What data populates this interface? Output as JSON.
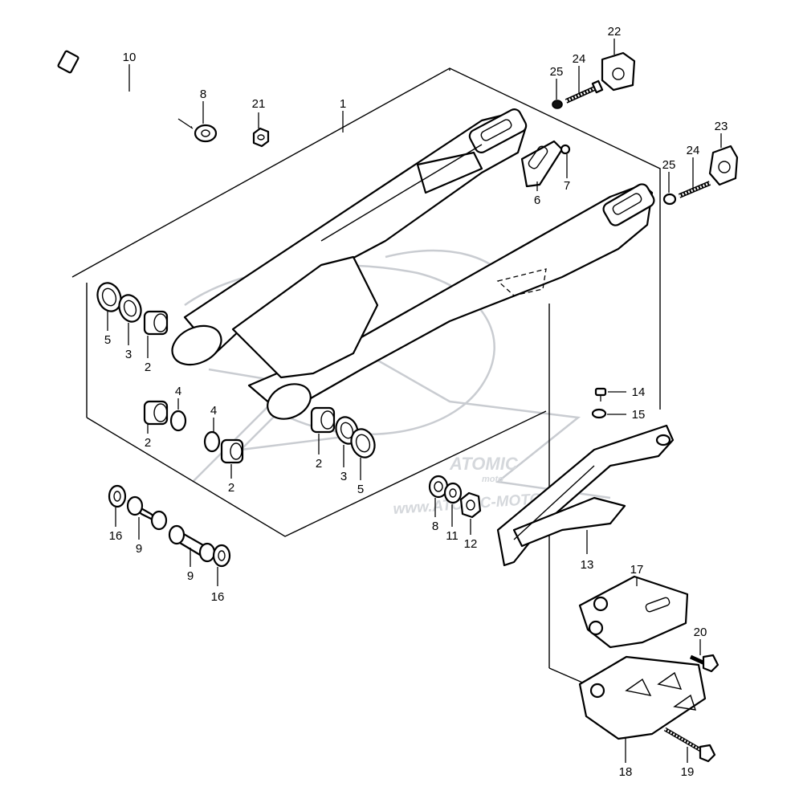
{
  "callouts": {
    "c1": "1",
    "c2a": "2",
    "c2b": "2",
    "c2c": "2",
    "c2d": "2",
    "c3a": "3",
    "c3b": "3",
    "c4a": "4",
    "c4b": "4",
    "c5a": "5",
    "c5b": "5",
    "c6": "6",
    "c7": "7",
    "c8a": "8",
    "c8b": "8",
    "c9a": "9",
    "c9b": "9",
    "c10": "10",
    "c11": "11",
    "c12": "12",
    "c13": "13",
    "c14": "14",
    "c15": "15",
    "c16a": "16",
    "c16b": "16",
    "c17": "17",
    "c18": "18",
    "c19": "19",
    "c20": "20",
    "c21": "21",
    "c22": "22",
    "c23": "23",
    "c24a": "24",
    "c24b": "24",
    "c25a": "25",
    "c25b": "25"
  },
  "watermark": {
    "logo_text": "ATOMIC",
    "logo_sub": "moto",
    "url_text": "www.ATOMIC-MOTO.FR",
    "color": "#d5d8dc"
  },
  "colors": {
    "line": "#000000",
    "background": "#ffffff"
  }
}
